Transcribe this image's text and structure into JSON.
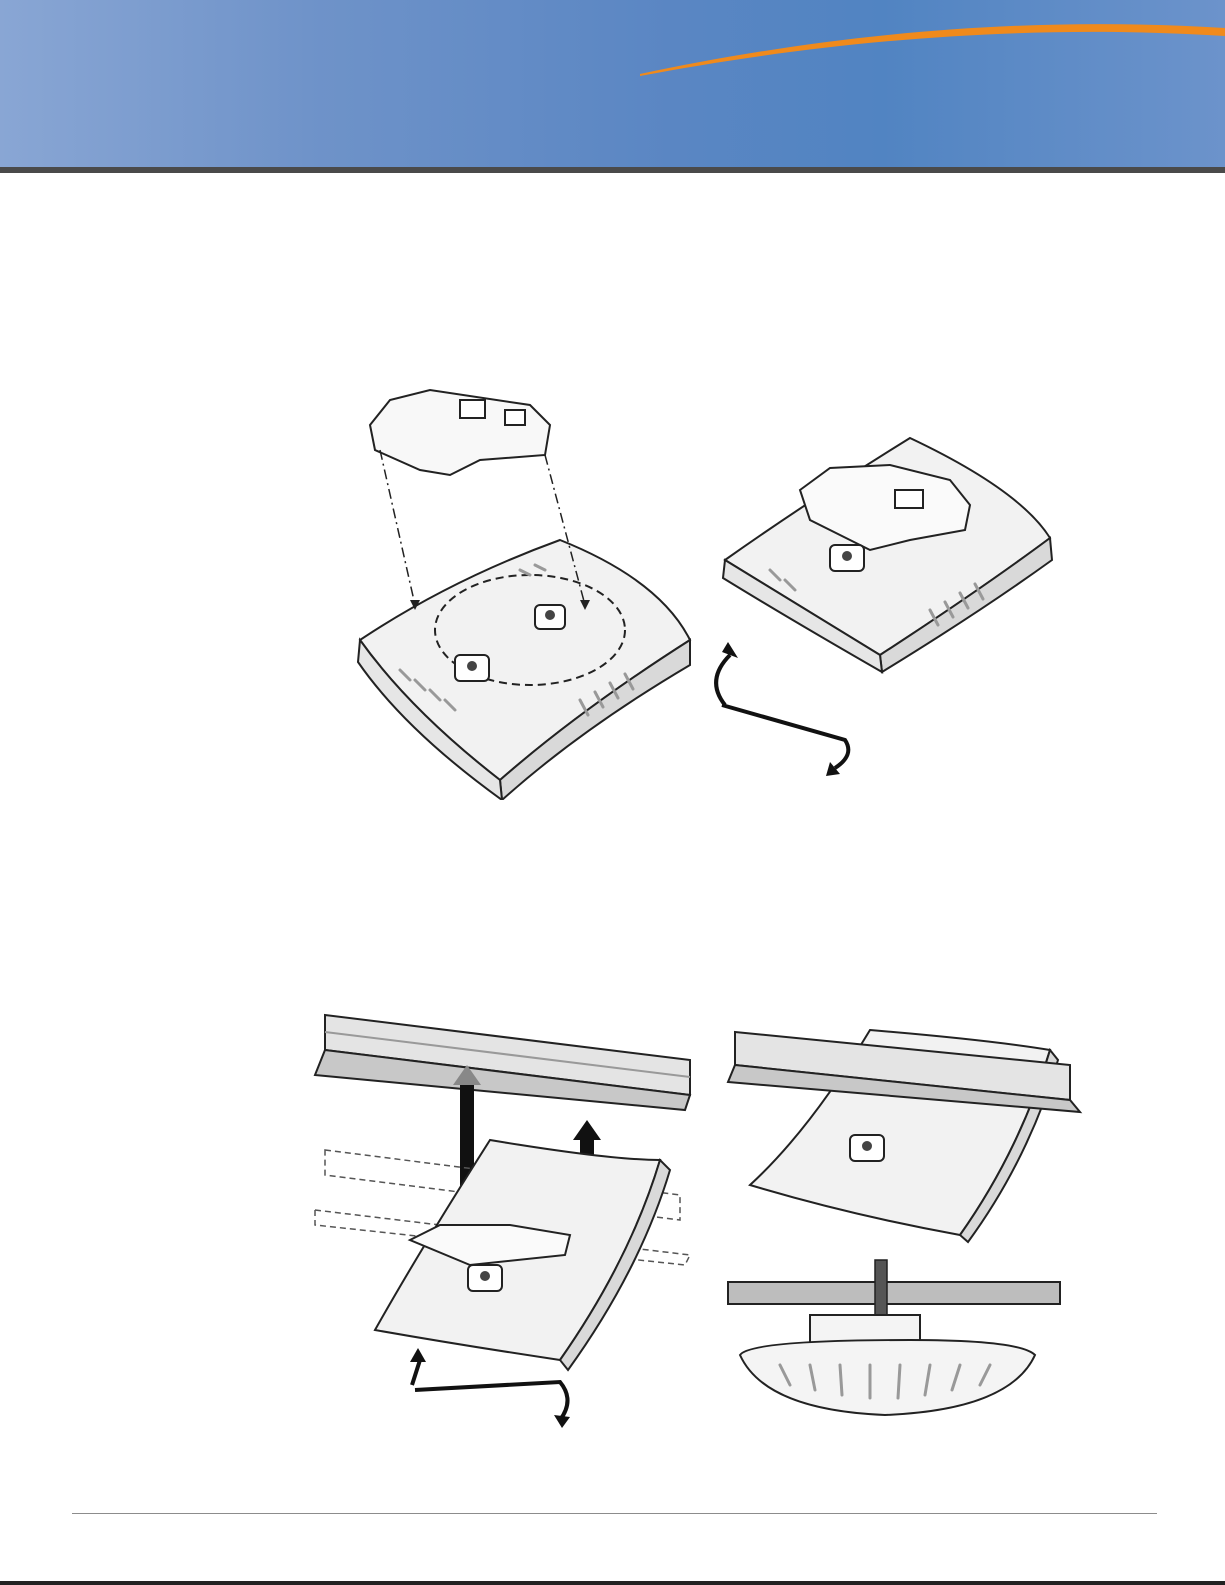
{
  "header": {
    "accent_color": "#f08a1c",
    "banner_color": "#5184c2"
  },
  "figures": [
    {
      "name": "ceiling-rail-adapter-installation",
      "icon": "access-point-rail-adapter"
    },
    {
      "name": "mounting-on-ceiling-rail",
      "icon": "access-point-ceiling-rail"
    }
  ]
}
